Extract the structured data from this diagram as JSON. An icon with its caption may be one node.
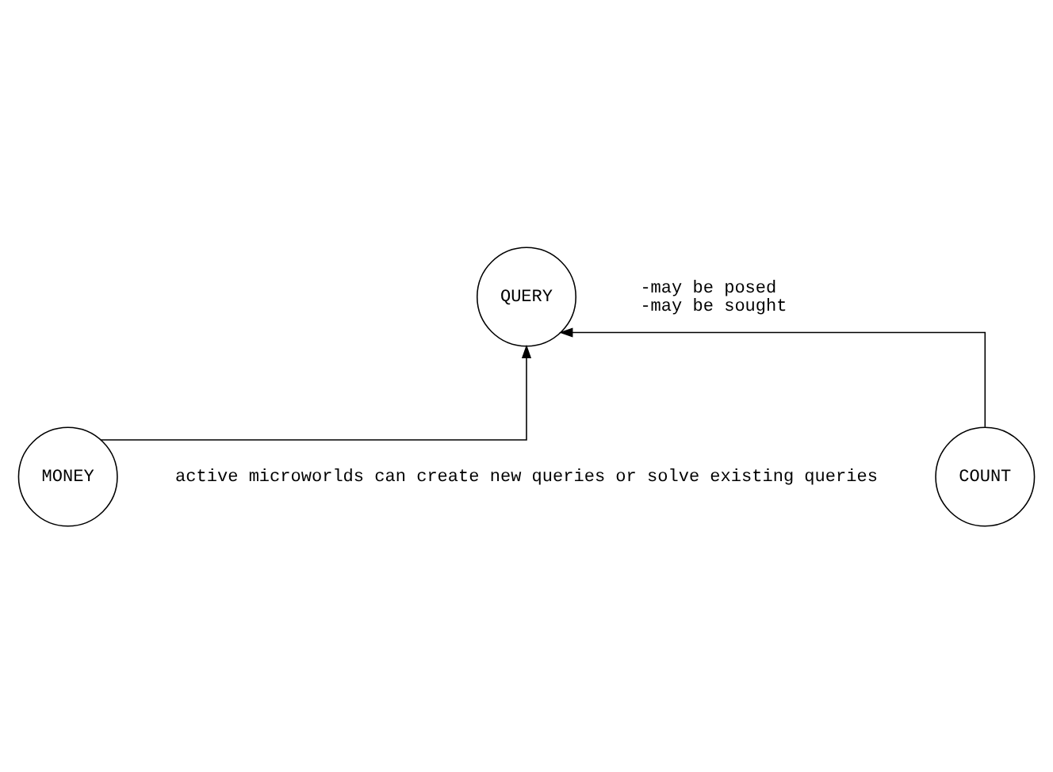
{
  "diagram": {
    "nodes": [
      {
        "text": [
          "QUERY"
        ],
        "beside": [
          "-may be posed",
          "-may be sought"
        ]
      },
      {
        "text": [
          "MONEY"
        ]
      },
      {
        "text": [
          "COUNT"
        ]
      }
    ],
    "edges": [
      {
        "from": 1,
        "to": 0,
        "arrow": "to"
      },
      {
        "from": 2,
        "to": 0,
        "arrow": "to"
      }
    ],
    "labels": [
      "active microworlds can create new queries or solve existing queries"
    ]
  }
}
